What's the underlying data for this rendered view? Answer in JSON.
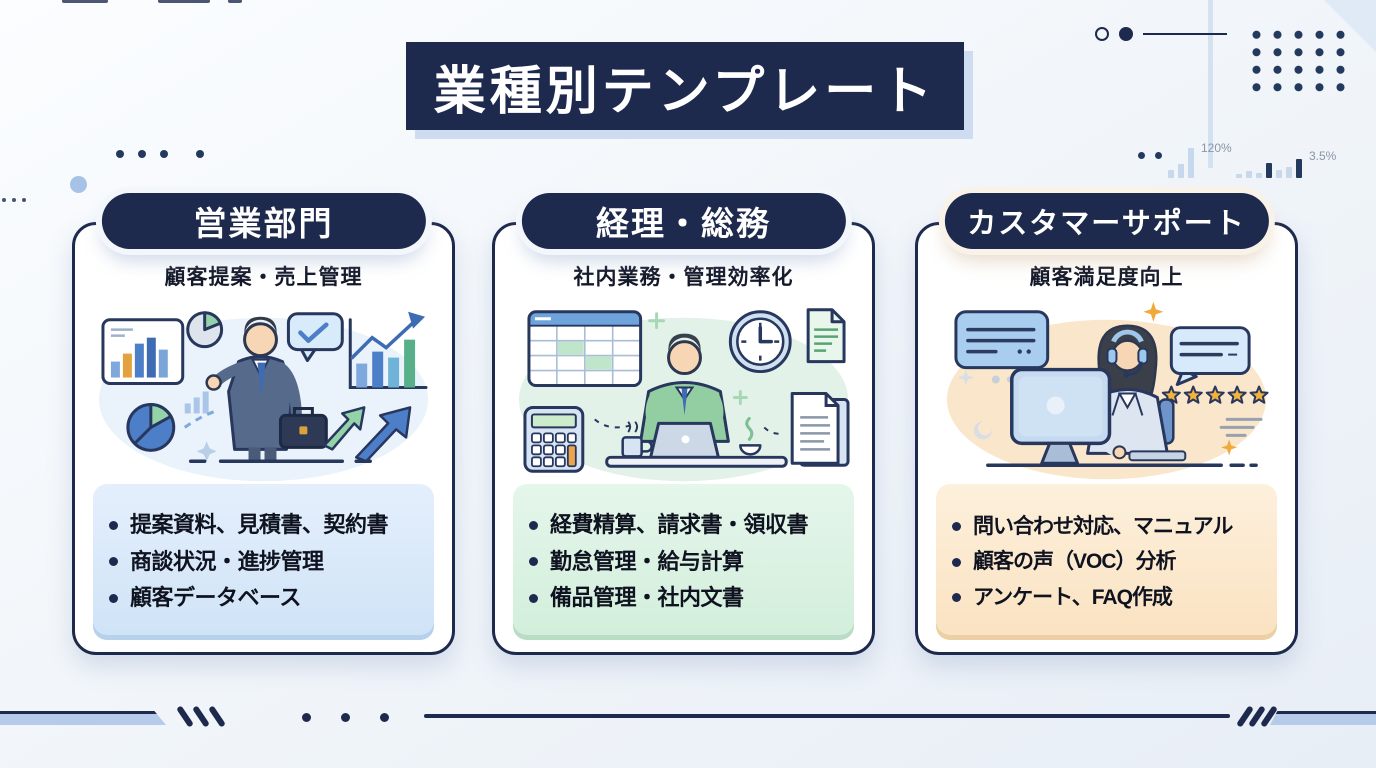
{
  "page": {
    "title": "業種別テンプレート",
    "decor_stats": {
      "stat_left": "120%",
      "stat_right": "3.5%"
    },
    "colors": {
      "navy": "#1e2a4d",
      "title_shadow": "#cddcf0",
      "blue_tint": "#cfe3f7",
      "green_tint": "#d2eedb",
      "orange_tint": "#fae2c1",
      "star_gold": "#f2b23d",
      "accent_light_blue": "#a6c3e7"
    },
    "icons": {
      "card1_illustration": "businessman-sales-charts-illustration",
      "card2_illustration": "accounting-desk-worker-illustration",
      "card3_illustration": "support-agent-headset-illustration"
    }
  },
  "cards": [
    {
      "header": "営業部門",
      "subtitle": "顧客提案・売上管理",
      "bullets": [
        "提案資料、見積書、契約書",
        "商談状況・進捗管理",
        "顧客データベース"
      ]
    },
    {
      "header": "経理・総務",
      "subtitle": "社内業務・管理効率化",
      "bullets": [
        "経費精算、請求書・領収書",
        "勤怠管理・給与計算",
        "備品管理・社内文書"
      ]
    },
    {
      "header": "カスタマーサポート",
      "subtitle": "顧客満足度向上",
      "bullets": [
        "問い合わせ対応、マニュアル",
        "顧客の声（VOC）分析",
        "アンケート、FAQ作成"
      ]
    }
  ]
}
